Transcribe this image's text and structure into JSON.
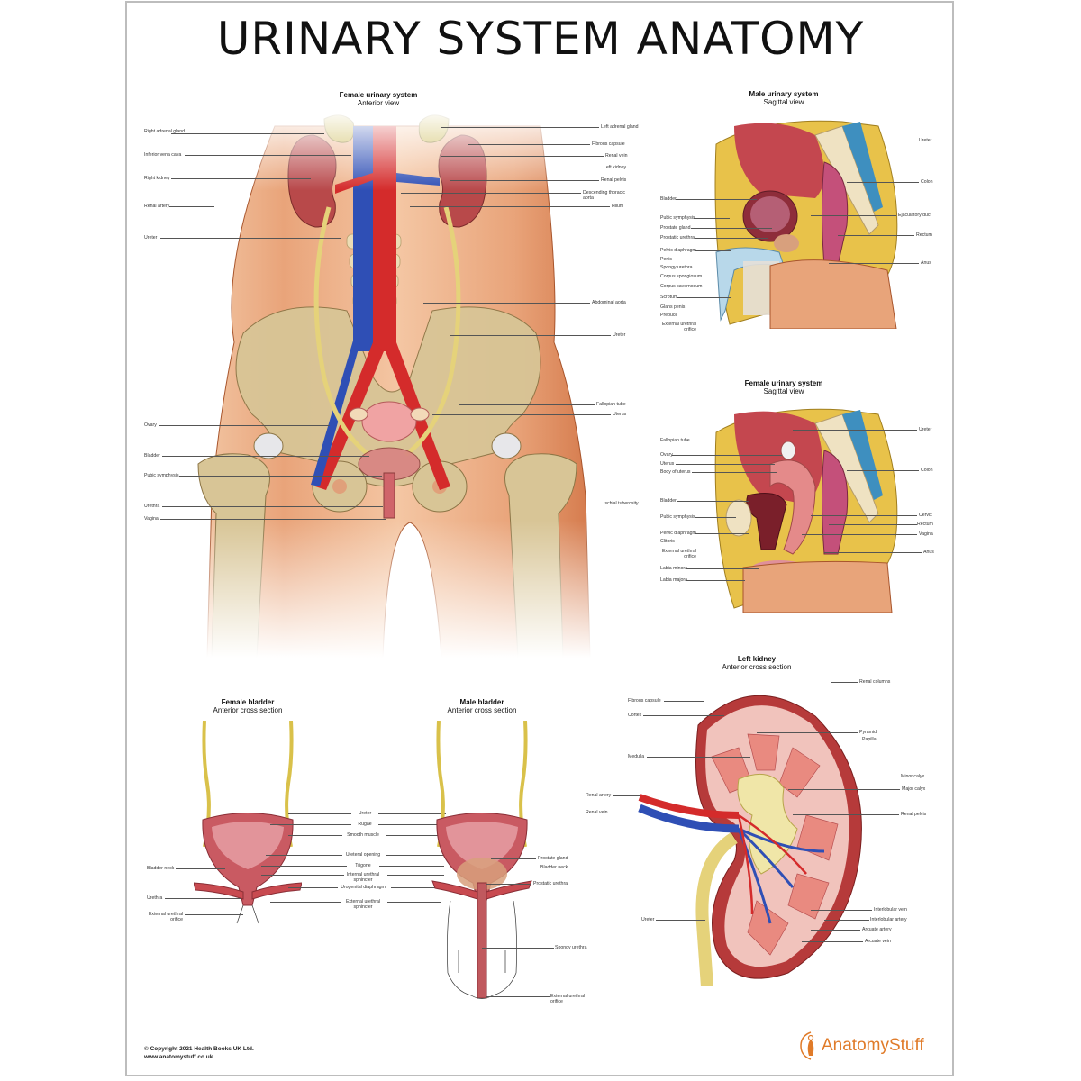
{
  "poster": {
    "title": "URINARY SYSTEM ANATOMY",
    "footer": {
      "copyright": "© Copyright 2021 Health Books UK Ltd.",
      "website": "www.anatomystuff.co.uk"
    },
    "logo": {
      "text": "AnatomyStuff",
      "color": "#e07b29"
    }
  },
  "colors": {
    "skin": "#e8a47a",
    "bone": "#d9c79b",
    "kidney": "#b5494a",
    "artery": "#d42b2b",
    "vein": "#2f4fb5",
    "ureter": "#e5d27a",
    "fat": "#e8c24a"
  },
  "panels": {
    "female_anterior": {
      "title": "Female urinary system",
      "subtitle": "Anterior view",
      "labels_left": [
        "Right adrenal gland",
        "Inferior vena cava",
        "Right kidney",
        "Renal artery",
        "Ureter",
        "Ovary",
        "Bladder",
        "Pubic symphysis",
        "Urethra",
        "Vagina"
      ],
      "labels_right": [
        "Left adrenal gland",
        "Fibrous capsule",
        "Renal vein",
        "Left kidney",
        "Renal pelvis",
        "Descending thoracic aorta",
        "Hilum",
        "Abdominal aorta",
        "Ureter",
        "Fallopian tube",
        "Uterus",
        "Ischial tuberosity"
      ]
    },
    "male_sagittal": {
      "title": "Male urinary system",
      "subtitle": "Sagittal view",
      "labels_left": [
        "Bladder",
        "Pubic symphysis",
        "Prostate gland",
        "Prostatic urethra",
        "Pelvic diaphragm",
        "Penis",
        "Spongy urethra",
        "Corpus spongiosum",
        "Corpus cavernosum",
        "Scrotum",
        "Glans penis",
        "Prepuce",
        "External urethral orifice"
      ],
      "labels_right": [
        "Ureter",
        "Colon",
        "Ejaculatory duct",
        "Rectum",
        "Anus"
      ]
    },
    "female_sagittal": {
      "title": "Female urinary system",
      "subtitle": "Sagittal view",
      "labels_left": [
        "Fallopian tube",
        "Ovary",
        "Uterus",
        "Body of uterus",
        "Bladder",
        "Pubic symphysis",
        "Pelvic diaphragm",
        "Clitoris",
        "External urethral orifice",
        "Labia minora",
        "Labia majora"
      ],
      "labels_right": [
        "Ureter",
        "Colon",
        "Cervix",
        "Rectum",
        "Vagina",
        "Anus"
      ]
    },
    "female_bladder": {
      "title": "Female bladder",
      "subtitle": "Anterior cross section",
      "labels_left": [
        "Bladder neck",
        "Urethra",
        "External urethral orifice"
      ]
    },
    "bladder_center": {
      "labels": [
        "Ureter",
        "Rugae",
        "Smooth muscle",
        "Ureteral opening",
        "Trigone",
        "Internal urethral sphincter",
        "Urogenital diaphragm",
        "External urethral sphincter"
      ]
    },
    "male_bladder": {
      "title": "Male bladder",
      "subtitle": "Anterior cross section",
      "labels_right": [
        "Prostate gland",
        "Bladder neck",
        "Prostatic urethra",
        "Spongy urethra",
        "External urethral orifice"
      ]
    },
    "left_kidney": {
      "title": "Left kidney",
      "subtitle": "Anterior cross section",
      "labels_left": [
        "Fibrous capsule",
        "Cortex",
        "Medulla",
        "Renal artery",
        "Renal vein",
        "Ureter"
      ],
      "labels_right": [
        "Renal columns",
        "Pyramid",
        "Papilla",
        "Minor calyx",
        "Major calyx",
        "Renal pelvis",
        "Interlobular vein",
        "Interlobular artery",
        "Arcuate artery",
        "Arcuate vein"
      ]
    }
  }
}
